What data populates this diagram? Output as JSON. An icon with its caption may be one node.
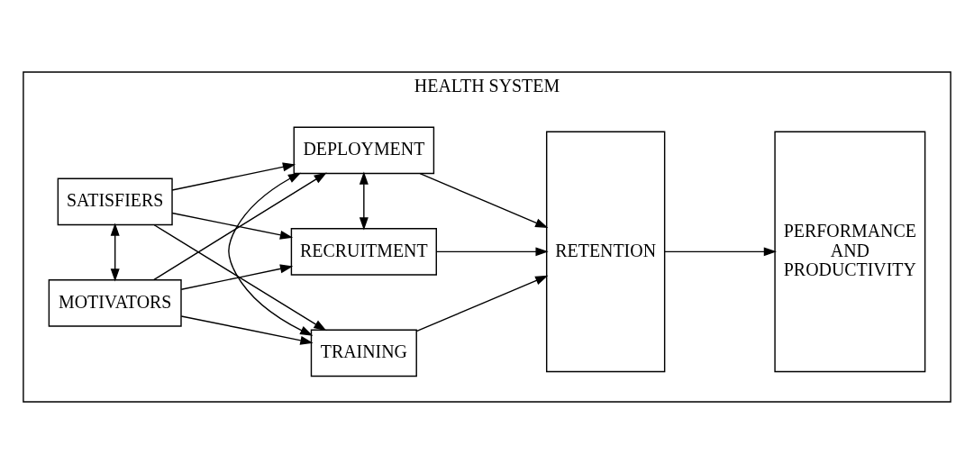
{
  "diagram": {
    "nodes": [
      {
        "text": [
          "HEALTH SYSTEM"
        ]
      },
      {
        "text": [
          "SATISFIERS"
        ],
        "in": 0
      },
      {
        "text": [
          "MOTIVATORS"
        ],
        "in": 0
      },
      {
        "text": [
          "RECRUITMENT"
        ],
        "in": 0
      },
      {
        "text": [
          "DEPLOYMENT"
        ],
        "in": 0
      },
      {
        "text": [
          "TRAINING"
        ],
        "in": 0
      },
      {
        "text": [
          "RETENTION"
        ],
        "in": 0
      },
      {
        "text": [
          "PERFORMANCE AND PRODUCTIVITY"
        ],
        "in": 0
      }
    ],
    "edges": [
      {
        "from": 1,
        "to": 2,
        "arrow": "both"
      },
      {
        "from": 1,
        "to": 3,
        "arrow": "to"
      },
      {
        "from": 1,
        "to": 4,
        "arrow": "to"
      },
      {
        "from": 1,
        "to": 5,
        "arrow": "to"
      },
      {
        "from": 2,
        "to": 3,
        "arrow": "to"
      },
      {
        "from": 2,
        "to": 4,
        "arrow": "to"
      },
      {
        "from": 2,
        "to": 5,
        "arrow": "to"
      },
      {
        "from": 3,
        "to": 4,
        "arrow": "both"
      },
      {
        "from": 4,
        "to": 5,
        "arrow": "both"
      },
      {
        "from": 3,
        "to": 6,
        "arrow": "to"
      },
      {
        "from": 4,
        "to": 6,
        "arrow": "to"
      },
      {
        "from": 5,
        "to": 6,
        "arrow": "to"
      },
      {
        "from": 6,
        "to": 7,
        "arrow": "to"
      }
    ]
  }
}
